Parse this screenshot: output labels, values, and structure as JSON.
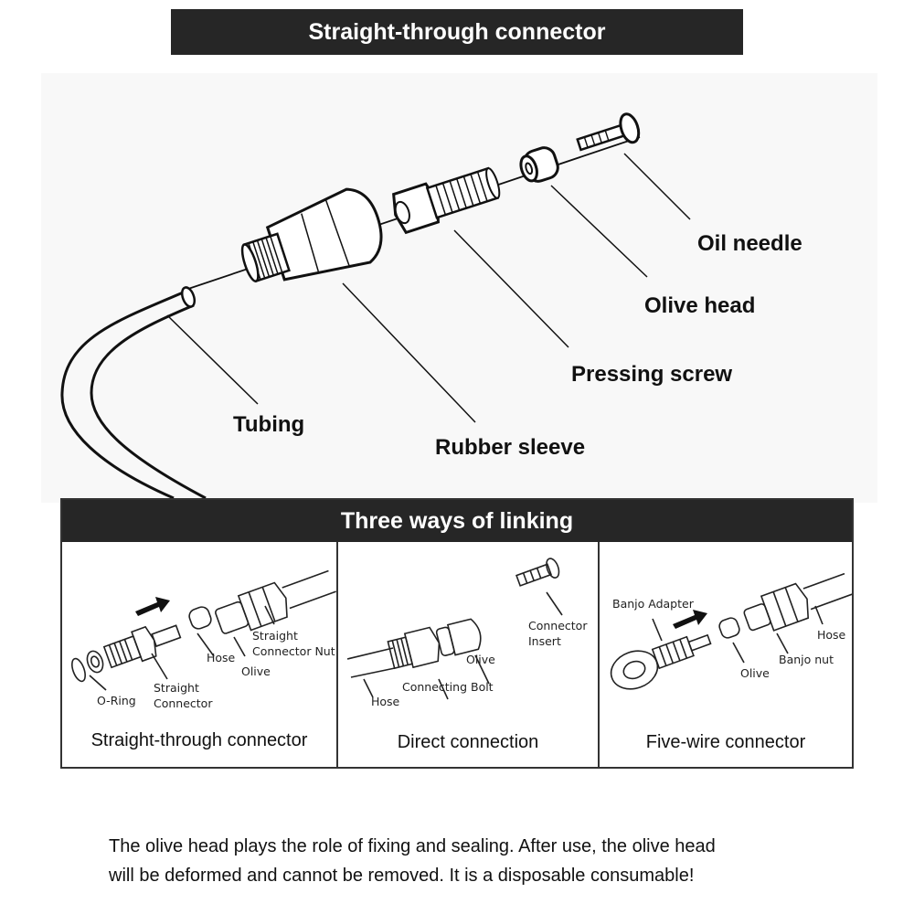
{
  "top_banner": {
    "title": "Straight-through connector"
  },
  "callouts": {
    "oil_needle": "Oil needle",
    "olive_head": "Olive head",
    "pressing_screw": "Pressing screw",
    "tubing": "Tubing",
    "rubber_sleeve": "Rubber sleeve"
  },
  "panel": {
    "title": "Three ways of linking",
    "cells": [
      {
        "caption": "Straight-through connector",
        "labels": {
          "o_ring": "O-Ring",
          "straight_connector_1": "Straight",
          "straight_connector_2": "Connector",
          "hose": "Hose",
          "olive": "Olive",
          "nut_1": "Straight",
          "nut_2": "Connector Nut"
        }
      },
      {
        "caption": "Direct connection",
        "labels": {
          "hose": "Hose",
          "connecting_bolt": "Connecting Bolt",
          "olive": "Olive",
          "insert_1": "Connector",
          "insert_2": "Insert"
        }
      },
      {
        "caption": "Five-wire connector",
        "labels": {
          "banjo_adapter": "Banjo Adapter",
          "olive": "Olive",
          "banjo_nut": "Banjo nut",
          "hose": "Hose"
        }
      }
    ]
  },
  "footnote": {
    "line1": "The olive head plays the role of fixing and sealing. After use, the olive head",
    "line2": "will be deformed and cannot be removed. It is a disposable consumable!"
  }
}
